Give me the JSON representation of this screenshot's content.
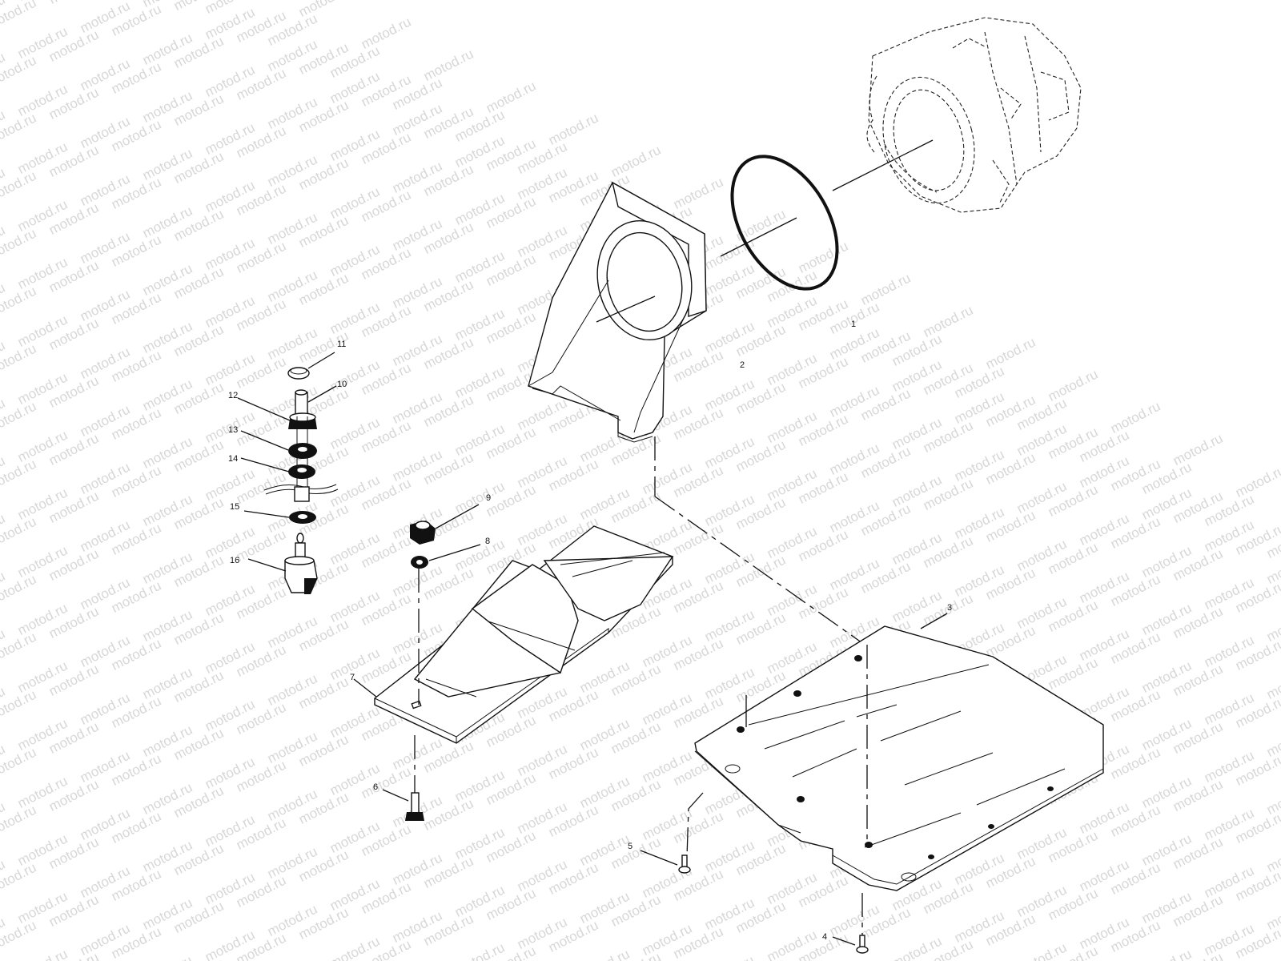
{
  "watermark": {
    "text": "motod.ru",
    "color": "#d7d7d7"
  },
  "callouts": {
    "n1": "1",
    "n2": "2",
    "n3": "3",
    "n4": "4",
    "n5": "5",
    "n6": "6",
    "n7": "7",
    "n8": "8",
    "n9": "9",
    "n10": "10",
    "n11": "11",
    "n12": "12",
    "n13": "13",
    "n14": "14",
    "n15": "15",
    "n16": "16"
  }
}
